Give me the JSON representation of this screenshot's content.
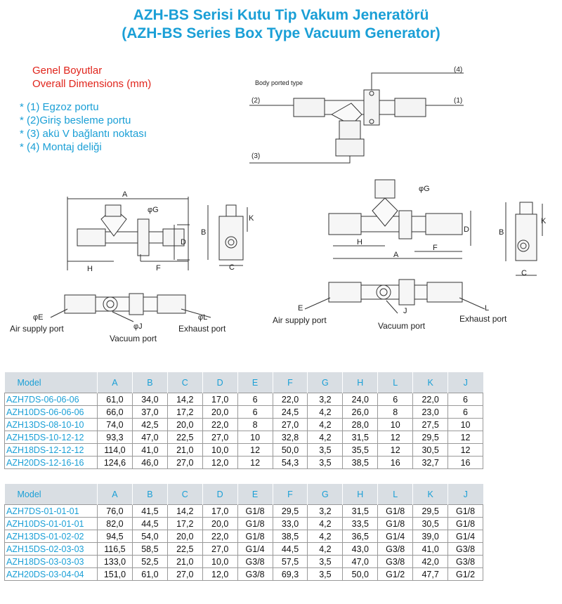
{
  "title_tr": "AZH-BS Serisi Kutu Tip Vakum Jeneratörü",
  "title_en": "(AZH-BS Series Box Type Vacuum Generator)",
  "dims_tr": "Genel Boyutlar",
  "dims_en": "Overall Dimensions (mm)",
  "notes": [
    "(1) Egzoz portu",
    "(2)Giriş besleme portu",
    "(3) akü V bağlantı noktası",
    "(4) Montaj deliği"
  ],
  "drawing": {
    "body_ported_type": "Body ported type",
    "callouts": [
      "(1)",
      "(2)",
      "(3)",
      "(4)"
    ],
    "dim_letters": [
      "A",
      "B",
      "C",
      "D",
      "F",
      "H",
      "K",
      "φG"
    ],
    "left": {
      "phi_e": "φE",
      "phi_j": "φJ",
      "phi_l": "φL",
      "air_supply": "Air supply port",
      "vacuum": "Vacuum port",
      "exhaust": "Exhaust port"
    },
    "right": {
      "e": "E",
      "j": "J",
      "l": "L",
      "air_supply": "Air supply port",
      "vacuum": "Vacuum port",
      "exhaust": "Exhaust port"
    }
  },
  "table_headers": [
    "Model",
    "A",
    "B",
    "C",
    "D",
    "E",
    "F",
    "G",
    "H",
    "L",
    "K",
    "J"
  ],
  "table1": [
    [
      "AZH7DS-06-06-06",
      "61,0",
      "34,0",
      "14,2",
      "17,0",
      "6",
      "22,0",
      "3,2",
      "24,0",
      "6",
      "22,0",
      "6"
    ],
    [
      "AZH10DS-06-06-06",
      "66,0",
      "37,0",
      "17,2",
      "20,0",
      "6",
      "24,5",
      "4,2",
      "26,0",
      "8",
      "23,0",
      "6"
    ],
    [
      "AZH13DS-08-10-10",
      "74,0",
      "42,5",
      "20,0",
      "22,0",
      "8",
      "27,0",
      "4,2",
      "28,0",
      "10",
      "27,5",
      "10"
    ],
    [
      "AZH15DS-10-12-12",
      "93,3",
      "47,0",
      "22,5",
      "27,0",
      "10",
      "32,8",
      "4,2",
      "31,5",
      "12",
      "29,5",
      "12"
    ],
    [
      "AZH18DS-12-12-12",
      "114,0",
      "41,0",
      "21,0",
      "10,0",
      "12",
      "50,0",
      "3,5",
      "35,5",
      "12",
      "30,5",
      "12"
    ],
    [
      "AZH20DS-12-16-16",
      "124,6",
      "46,0",
      "27,0",
      "12,0",
      "12",
      "54,3",
      "3,5",
      "38,5",
      "16",
      "32,7",
      "16"
    ]
  ],
  "table2": [
    [
      "AZH7DS-01-01-01",
      "76,0",
      "41,5",
      "14,2",
      "17,0",
      "G1/8",
      "29,5",
      "3,2",
      "31,5",
      "G1/8",
      "29,5",
      "G1/8"
    ],
    [
      "AZH10DS-01-01-01",
      "82,0",
      "44,5",
      "17,2",
      "20,0",
      "G1/8",
      "33,0",
      "4,2",
      "33,5",
      "G1/8",
      "30,5",
      "G1/8"
    ],
    [
      "AZH13DS-01-02-02",
      "94,5",
      "54,0",
      "20,0",
      "22,0",
      "G1/8",
      "38,5",
      "4,2",
      "36,5",
      "G1/4",
      "39,0",
      "G1/4"
    ],
    [
      "AZH15DS-02-03-03",
      "116,5",
      "58,5",
      "22,5",
      "27,0",
      "G1/4",
      "44,5",
      "4,2",
      "43,0",
      "G3/8",
      "41,0",
      "G3/8"
    ],
    [
      "AZH18DS-03-03-03",
      "133,0",
      "52,5",
      "21,0",
      "10,0",
      "G3/8",
      "57,5",
      "3,5",
      "47,0",
      "G3/8",
      "42,0",
      "G3/8"
    ],
    [
      "AZH20DS-03-04-04",
      "151,0",
      "61,0",
      "27,0",
      "12,0",
      "G3/8",
      "69,3",
      "3,5",
      "50,0",
      "G1/2",
      "47,7",
      "G1/2"
    ]
  ]
}
